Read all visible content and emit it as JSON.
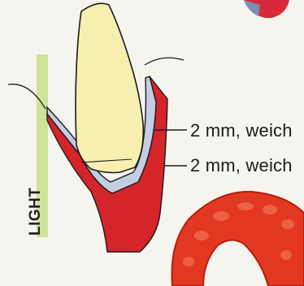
{
  "labels": {
    "callout_upper": "2 mm, weich",
    "callout_lower": "2 mm, weich",
    "side": "LIGHT"
  },
  "colors": {
    "background": "#f6f4ee",
    "tooth": "#f6efb0",
    "soft_layer": "#c4cde2",
    "hard_layer": "#d5242a",
    "light_bar": "#cfe29a",
    "splint": "#e23822"
  }
}
